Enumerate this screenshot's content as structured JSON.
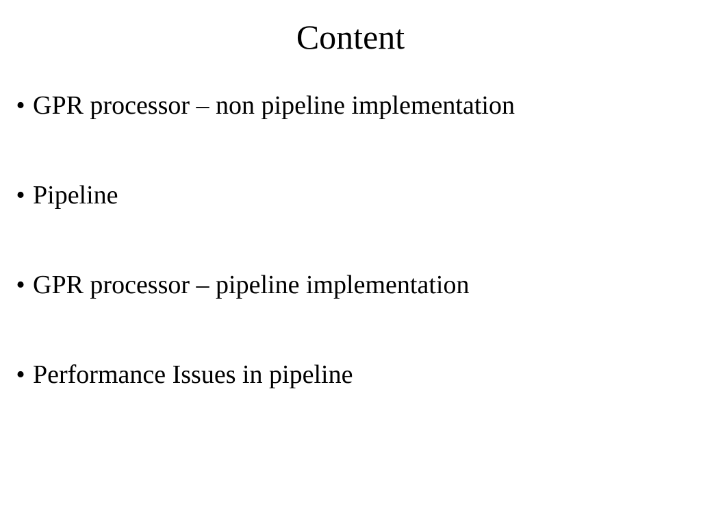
{
  "slide": {
    "title": "Content",
    "bullet_symbol": "•",
    "items": [
      {
        "text": "GPR processor – non pipeline implementation"
      },
      {
        "text": "Pipeline"
      },
      {
        "text": "GPR processor – pipeline implementation"
      },
      {
        "text": "Performance Issues in pipeline"
      }
    ]
  }
}
